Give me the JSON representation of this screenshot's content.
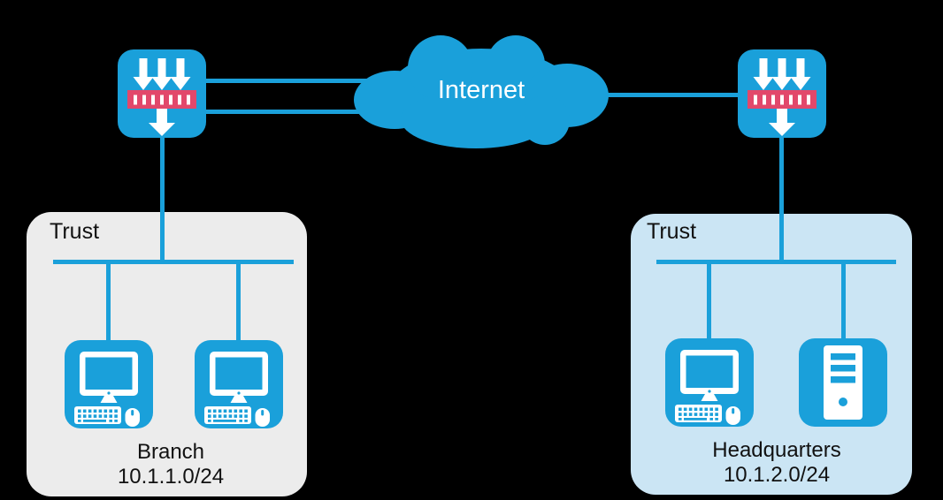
{
  "colors": {
    "background": "#000000",
    "accent": "#1AA0DA",
    "firewall_band": "#E2486B",
    "zone_branch_bg": "#ECECEC",
    "zone_hq_bg": "#CBE5F4",
    "label_text": "#111111",
    "internet_text": "#FFFFFF"
  },
  "cloud": {
    "label": "Internet"
  },
  "zones": {
    "branch": {
      "zone_label": "Trust",
      "site_label": "Branch",
      "subnet": "10.1.1.0/24"
    },
    "headquarters": {
      "zone_label": "Trust",
      "site_label": "Headquarters",
      "subnet": "10.1.2.0/24"
    }
  },
  "devices": {
    "branch_firewall": "firewall-icon",
    "hq_firewall": "firewall-icon",
    "branch_hosts": [
      "pc-icon",
      "pc-icon"
    ],
    "hq_hosts": [
      "pc-icon",
      "server-icon"
    ],
    "wan": "internet-cloud-icon"
  },
  "links": {
    "branch_to_internet": 2,
    "hq_to_internet": 1
  }
}
